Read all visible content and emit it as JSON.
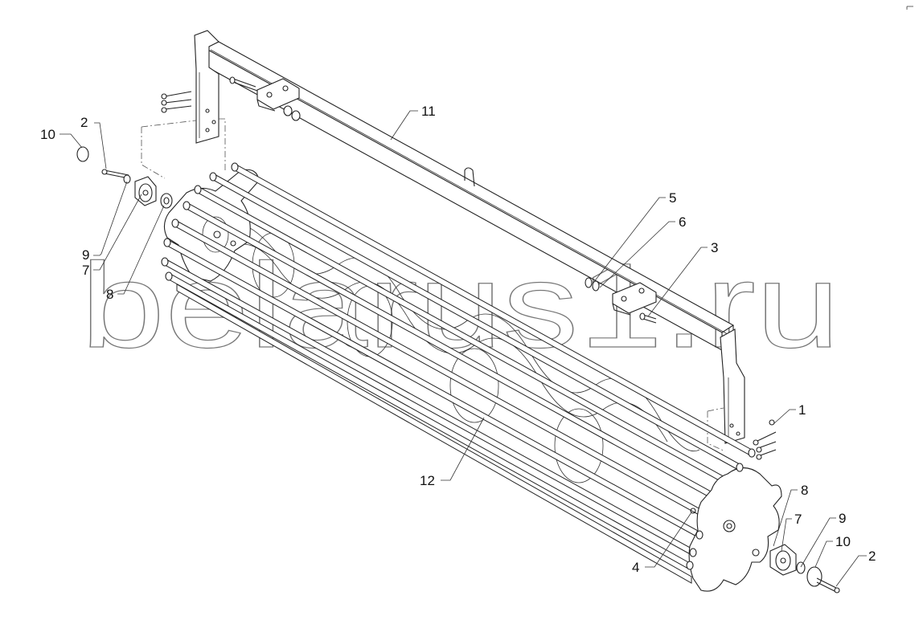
{
  "watermark": "belarus1.ru",
  "callouts": [
    {
      "id": "c-10-left",
      "text": "10"
    },
    {
      "id": "c-2-left",
      "text": "2"
    },
    {
      "id": "c-9-left",
      "text": "9"
    },
    {
      "id": "c-7-left",
      "text": "7"
    },
    {
      "id": "c-8-left",
      "text": "8"
    },
    {
      "id": "c-11",
      "text": "11"
    },
    {
      "id": "c-5",
      "text": "5"
    },
    {
      "id": "c-6",
      "text": "6"
    },
    {
      "id": "c-3",
      "text": "3"
    },
    {
      "id": "c-1",
      "text": "1"
    },
    {
      "id": "c-12",
      "text": "12"
    },
    {
      "id": "c-8-right",
      "text": "8"
    },
    {
      "id": "c-7-right",
      "text": "7"
    },
    {
      "id": "c-9-right",
      "text": "9"
    },
    {
      "id": "c-10-right",
      "text": "10"
    },
    {
      "id": "c-2-right",
      "text": "2"
    },
    {
      "id": "c-4",
      "text": "4"
    }
  ]
}
